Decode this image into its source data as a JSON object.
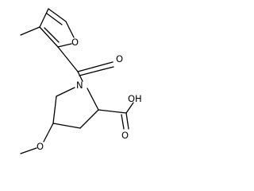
{
  "molecule": {
    "atom_labels": {
      "furan_oxygen": "O",
      "carbonyl_oxygen": "O",
      "ring_nitrogen": "N",
      "hydroxyl": "OH",
      "acid_carbonyl_oxygen": "O",
      "methoxy_oxygen": "O"
    }
  },
  "colors": {
    "bond": "#000000",
    "label": "#000000",
    "background": "#ffffff"
  }
}
